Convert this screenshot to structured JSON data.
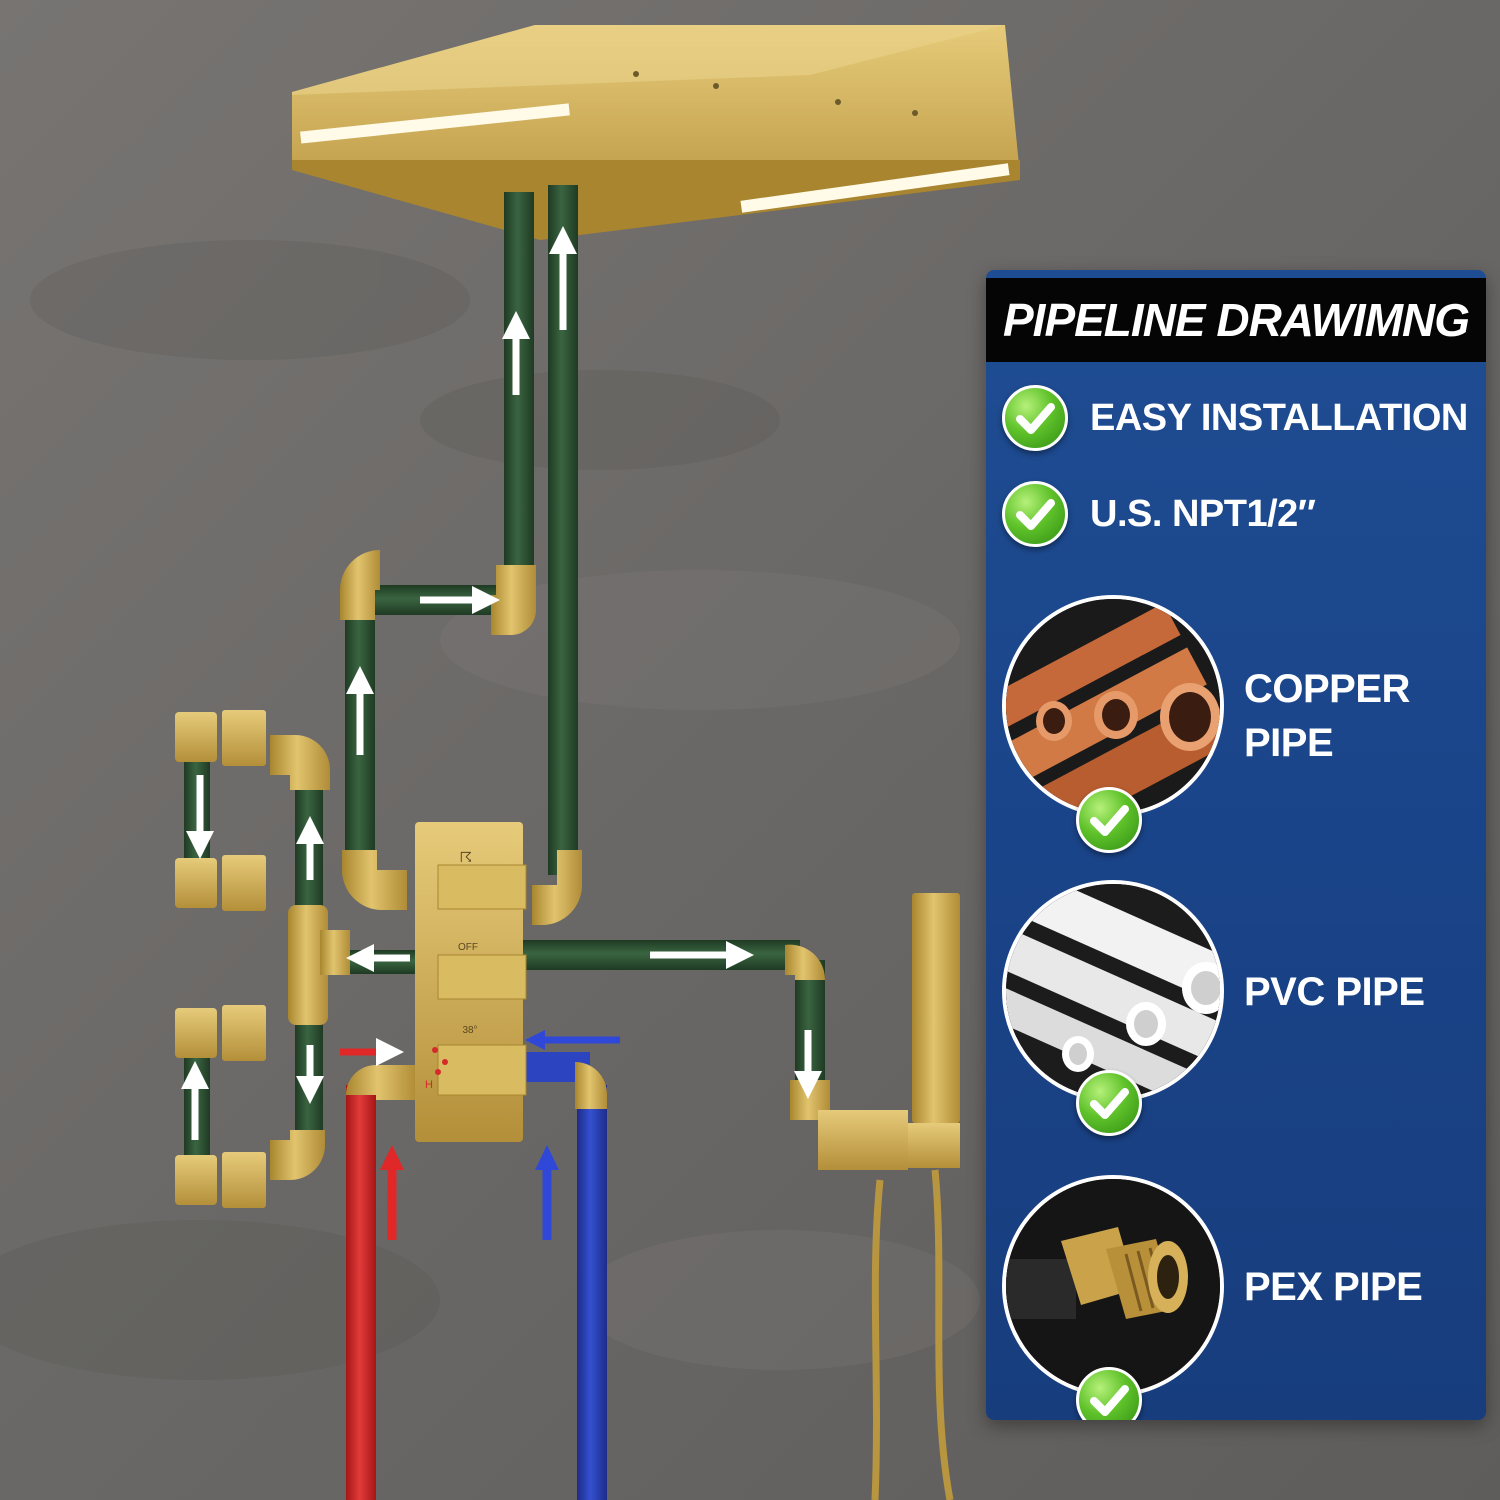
{
  "panel": {
    "title": "PIPELINE DRAWIMNG",
    "features": [
      {
        "label": "EASY INSTALLATION",
        "icon": "check-icon"
      },
      {
        "label": "U.S. NPT1/2″",
        "icon": "check-icon"
      }
    ],
    "pipes": [
      {
        "line1": "COPPER",
        "line2": "PIPE",
        "icon": "copper-pipe-icon"
      },
      {
        "line1": "PVC PIPE",
        "line2": "",
        "icon": "pvc-pipe-icon"
      },
      {
        "line1": "PEX PIPE",
        "line2": "",
        "icon": "pex-fitting-icon"
      }
    ]
  },
  "valve": {
    "top_symbol": "☈",
    "mid_label": "OFF",
    "temp_label": "38°",
    "hot_mark": "H"
  },
  "colors": {
    "panel_blue": "#1c478c",
    "title_bar": "#050505",
    "pipe_green": "#2b4b2f",
    "hot_pipe": "#d42a2a",
    "cold_pipe": "#2a3fb4",
    "brass": "#c9a44a",
    "check_green": "#5fc22a"
  }
}
